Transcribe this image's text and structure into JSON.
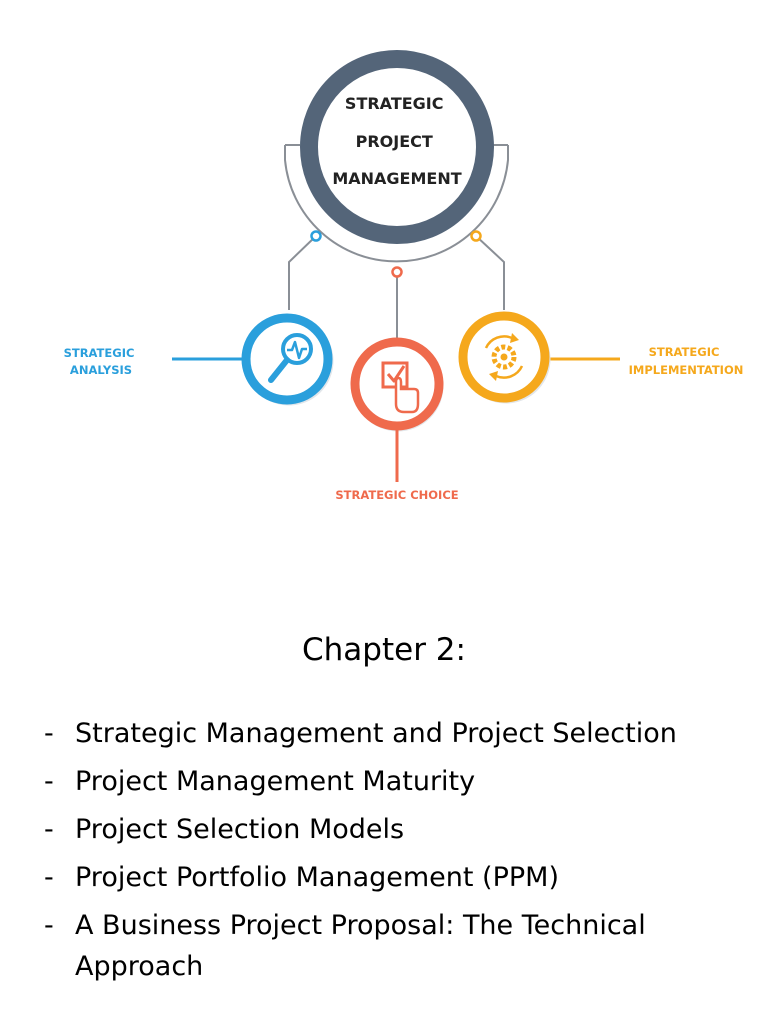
{
  "diagram": {
    "center_lines": [
      "STRATEGIC",
      "PROJECT",
      "MANAGEMENT"
    ],
    "nodes": {
      "analysis": {
        "lines": [
          "STRATEGIC",
          "ANALYSIS"
        ],
        "color": "#2a9fdc",
        "icon": "magnifier-chart-icon"
      },
      "choice": {
        "lines": [
          "STRATEGIC CHOICE"
        ],
        "color": "#ef6a4c",
        "icon": "hand-checkbox-icon"
      },
      "implementation": {
        "lines": [
          "STRATEGIC",
          "IMPLEMENTATION"
        ],
        "color": "#f5a81c",
        "icon": "gear-cycle-icon"
      }
    },
    "ring_color": "#546579"
  },
  "chapter": {
    "title": "Chapter 2:"
  },
  "topics": [
    {
      "dash": "-",
      "text": "Strategic Management and Project Selection"
    },
    {
      "dash": "-",
      "text": "Project Management Maturity"
    },
    {
      "dash": "-",
      "text": "Project Selection Models"
    },
    {
      "dash": "-",
      "text": "Project Portfolio Management (PPM)"
    },
    {
      "dash": "-",
      "text": "A Business Project Proposal: The Technical Approach"
    }
  ]
}
